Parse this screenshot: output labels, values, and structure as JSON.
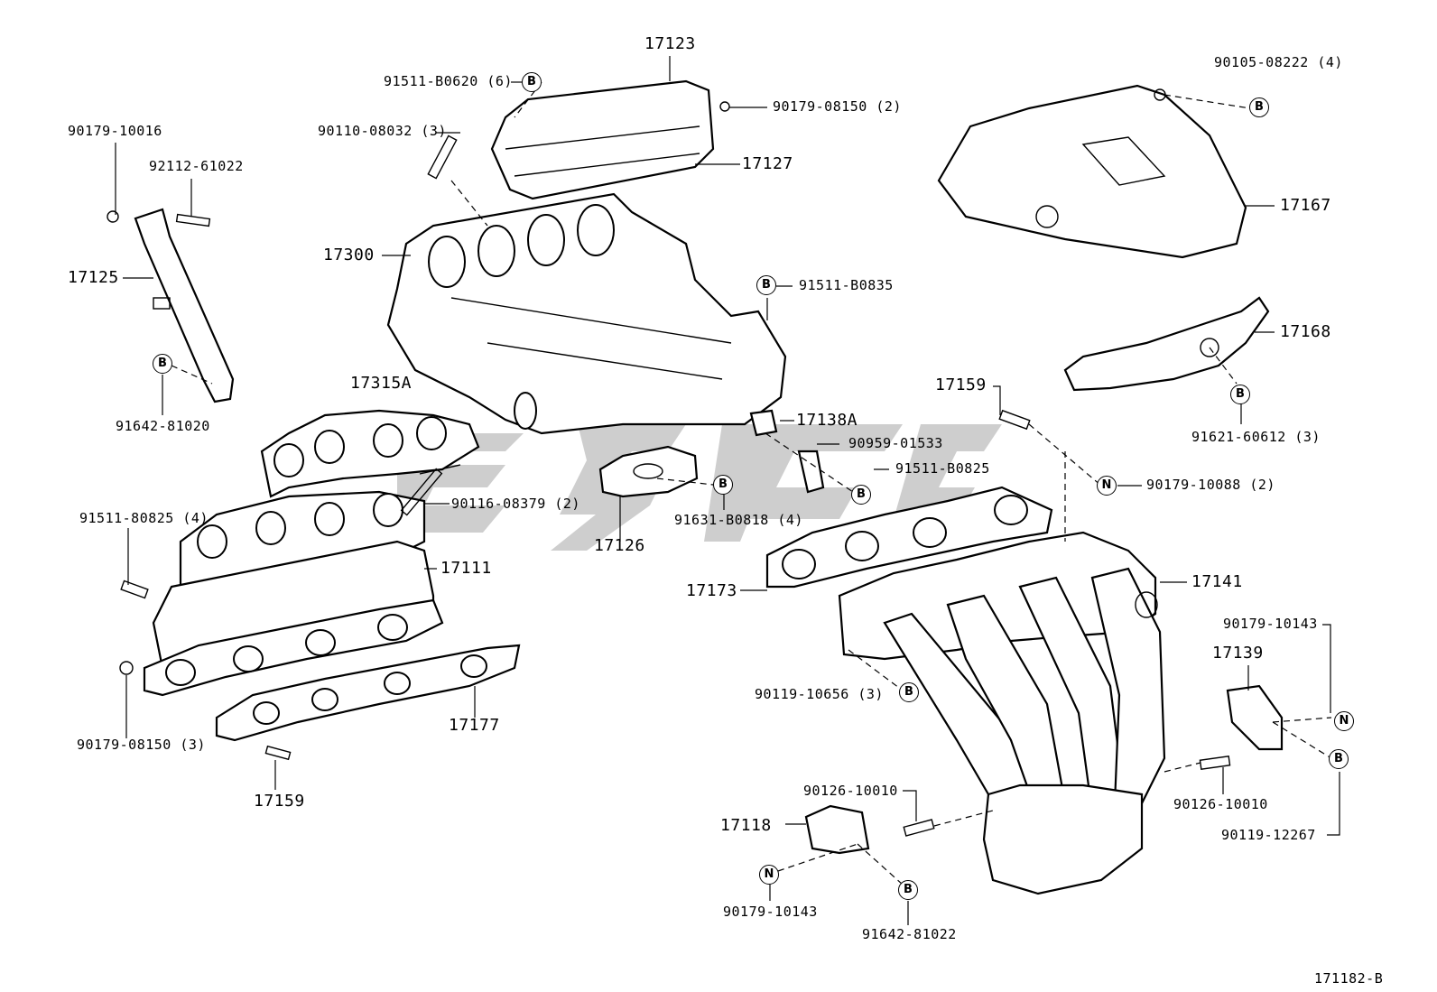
{
  "figure_id": "171182-B",
  "badges": {
    "b": "B",
    "n": "N"
  },
  "labels": {
    "p17123": "17123",
    "p91511_b0620": "91511-B0620 (6)",
    "p90179_08150_2": "90179-08150 (2)",
    "p90110_08032": "90110-08032 (3)",
    "p17127": "17127",
    "p90105_08222": "90105-08222 (4)",
    "p17167": "17167",
    "p90179_10016": "90179-10016",
    "p92112_61022": "92112-61022",
    "p17125": "17125",
    "p17300": "17300",
    "p91511_b0835": "91511-B0835",
    "p17168": "17168",
    "p91642_81020": "91642-81020",
    "p17315a": "17315A",
    "p17159_top": "17159",
    "p17138a": "17138A",
    "p90959_01533": "90959-01533",
    "p91621_60612": "91621-60612 (3)",
    "p91511_b0825": "91511-B0825",
    "p90179_10088": "90179-10088 (2)",
    "p90116_08379": "90116-08379 (2)",
    "p91631_b0818": "91631-B0818 (4)",
    "p91511_80825": "91511-80825 (4)",
    "p17126": "17126",
    "p17111": "17111",
    "p17173": "17173",
    "p17141": "17141",
    "p90179_10143_r": "90179-10143",
    "p17139": "17139",
    "p90119_10656": "90119-10656 (3)",
    "p17177": "17177",
    "p90179_08150_3": "90179-08150 (3)",
    "p17159_bot": "17159",
    "p90126_10010_l": "90126-10010",
    "p90126_10010_r": "90126-10010",
    "p17118": "17118",
    "p90119_12267": "90119-12267",
    "p90179_10143_b": "90179-10143",
    "p91642_81022": "91642-81022"
  }
}
